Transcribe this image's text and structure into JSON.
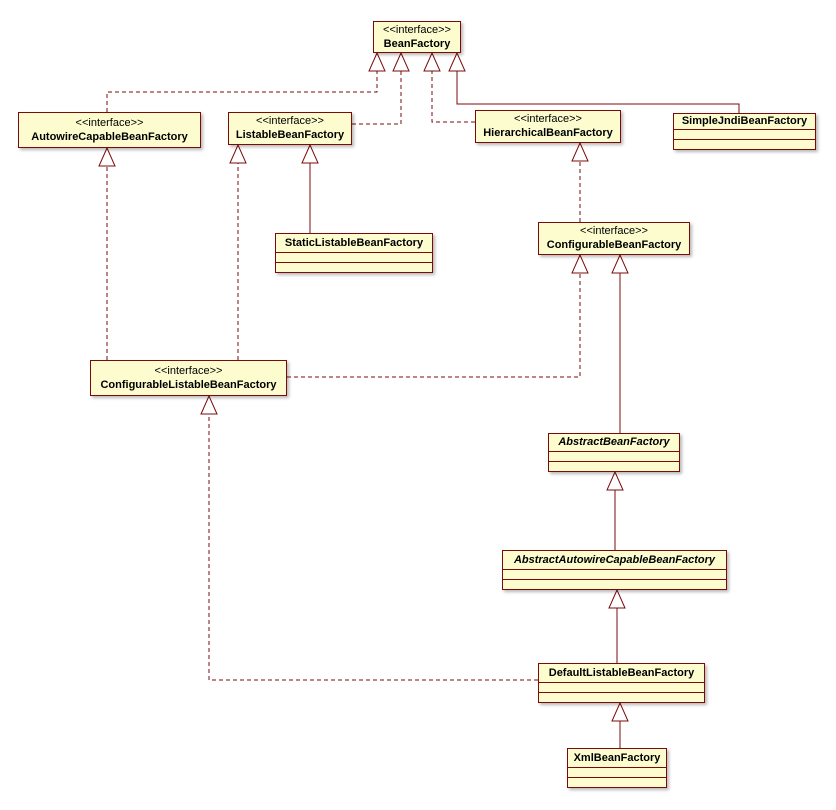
{
  "diagram_type": "uml-class-diagram",
  "colors": {
    "node_fill": "#FCFCCE",
    "node_border": "#7B0B0B",
    "edge": "#7B0B0B",
    "background": "#FFFFFF",
    "text": "#000000"
  },
  "stereotype_interface": "<<interface>>",
  "nodes": [
    {
      "stereotype": "<<interface>>",
      "name": "BeanFactory",
      "kind": "interface"
    },
    {
      "stereotype": "<<interface>>",
      "name": "AutowireCapableBeanFactory",
      "kind": "interface"
    },
    {
      "stereotype": "<<interface>>",
      "name": "ListableBeanFactory",
      "kind": "interface"
    },
    {
      "stereotype": "<<interface>>",
      "name": "HierarchicalBeanFactory",
      "kind": "interface"
    },
    {
      "stereotype": "",
      "name": "SimpleJndiBeanFactory",
      "kind": "class"
    },
    {
      "stereotype": "",
      "name": "StaticListableBeanFactory",
      "kind": "class"
    },
    {
      "stereotype": "<<interface>>",
      "name": "ConfigurableBeanFactory",
      "kind": "interface"
    },
    {
      "stereotype": "<<interface>>",
      "name": "ConfigurableListableBeanFactory",
      "kind": "interface"
    },
    {
      "stereotype": "",
      "name": "AbstractBeanFactory",
      "kind": "abstract-class"
    },
    {
      "stereotype": "",
      "name": "AbstractAutowireCapableBeanFactory",
      "kind": "abstract-class"
    },
    {
      "stereotype": "",
      "name": "DefaultListableBeanFactory",
      "kind": "class"
    },
    {
      "stereotype": "",
      "name": "XmlBeanFactory",
      "kind": "class"
    }
  ],
  "relations": [
    {
      "from": "AutowireCapableBeanFactory",
      "to": "BeanFactory",
      "line": "dashed"
    },
    {
      "from": "ListableBeanFactory",
      "to": "BeanFactory",
      "line": "dashed"
    },
    {
      "from": "HierarchicalBeanFactory",
      "to": "BeanFactory",
      "line": "dashed"
    },
    {
      "from": "SimpleJndiBeanFactory",
      "to": "BeanFactory",
      "line": "solid"
    },
    {
      "from": "StaticListableBeanFactory",
      "to": "ListableBeanFactory",
      "line": "solid"
    },
    {
      "from": "ConfigurableListableBeanFactory",
      "to": "ListableBeanFactory",
      "line": "dashed"
    },
    {
      "from": "ConfigurableListableBeanFactory",
      "to": "AutowireCapableBeanFactory",
      "line": "dashed"
    },
    {
      "from": "ConfigurableBeanFactory",
      "to": "HierarchicalBeanFactory",
      "line": "dashed"
    },
    {
      "from": "ConfigurableListableBeanFactory",
      "to": "ConfigurableBeanFactory",
      "line": "dashed"
    },
    {
      "from": "AbstractBeanFactory",
      "to": "ConfigurableBeanFactory",
      "line": "solid"
    },
    {
      "from": "AbstractAutowireCapableBeanFactory",
      "to": "AbstractBeanFactory",
      "line": "solid"
    },
    {
      "from": "DefaultListableBeanFactory",
      "to": "AbstractAutowireCapableBeanFactory",
      "line": "solid"
    },
    {
      "from": "DefaultListableBeanFactory",
      "to": "ConfigurableListableBeanFactory",
      "line": "dashed"
    },
    {
      "from": "XmlBeanFactory",
      "to": "DefaultListableBeanFactory",
      "line": "solid"
    }
  ]
}
